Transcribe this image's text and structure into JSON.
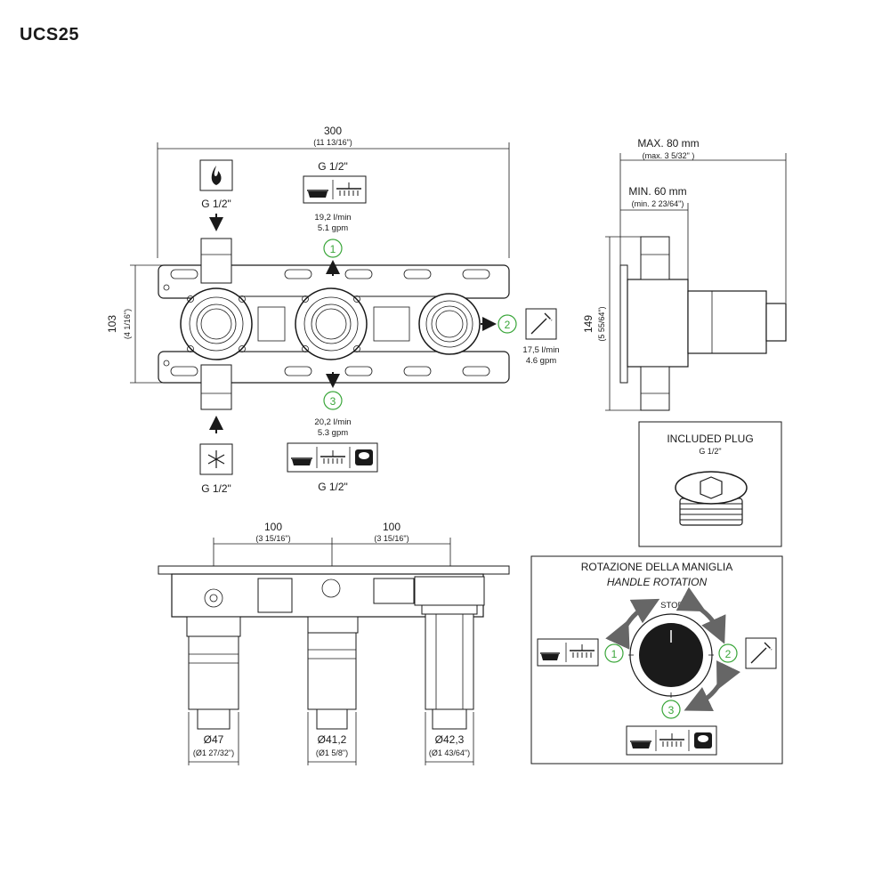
{
  "title": "UCS25",
  "front_view": {
    "width_mm": "300",
    "width_in": "(11 13/16\")",
    "height_mm": "103",
    "height_in": "(4 1/16\")",
    "hot_inlet": "G 1/2\"",
    "cold_inlet": "G 1/2\"",
    "outlet_top": "G 1/2\"",
    "outlet_top_flow_lmin": "19,2 l/min",
    "outlet_top_flow_gpm": "5.1 gpm",
    "outlet_top_num": "1",
    "outlet_right_num": "2",
    "outlet_right_flow_lmin": "17,5 l/min",
    "outlet_right_flow_gpm": "4.6 gpm",
    "outlet_bottom_num": "3",
    "outlet_bottom_flow_lmin": "20,2 l/min",
    "outlet_bottom_flow_gpm": "5.3 gpm",
    "outlet_bottom": "G 1/2\""
  },
  "side_view": {
    "max_depth": "MAX. 80 mm",
    "max_depth_in": "(max. 3 5/32\" )",
    "min_depth": "MIN. 60 mm",
    "min_depth_in": "(min. 2 23/64\")",
    "height_mm": "149",
    "height_in": "(5 55/64\")"
  },
  "plug": {
    "label": "INCLUDED PLUG",
    "size": "G 1/2\""
  },
  "bottom_view": {
    "spacing_1_mm": "100",
    "spacing_1_in": "(3 15/16\")",
    "spacing_2_mm": "100",
    "spacing_2_in": "(3 15/16\")",
    "dia_1": "Ø47",
    "dia_1_in": "(Ø1 27/32\")",
    "dia_2": "Ø41,2",
    "dia_2_in": "(Ø1 5/8\")",
    "dia_3": "Ø42,3",
    "dia_3_in": "(Ø1 43/64\")"
  },
  "rotation": {
    "title_it": "ROTAZIONE DELLA MANIGLIA",
    "title_en": "HANDLE ROTATION",
    "stop": "STOP",
    "num_1": "1",
    "num_2": "2",
    "num_3": "3"
  },
  "icons": [
    "flame-icon",
    "snowflake-icon",
    "bath-spout-icon",
    "shower-head-icon",
    "hand-shower-icon",
    "plug-icon",
    "arrow-icon"
  ]
}
